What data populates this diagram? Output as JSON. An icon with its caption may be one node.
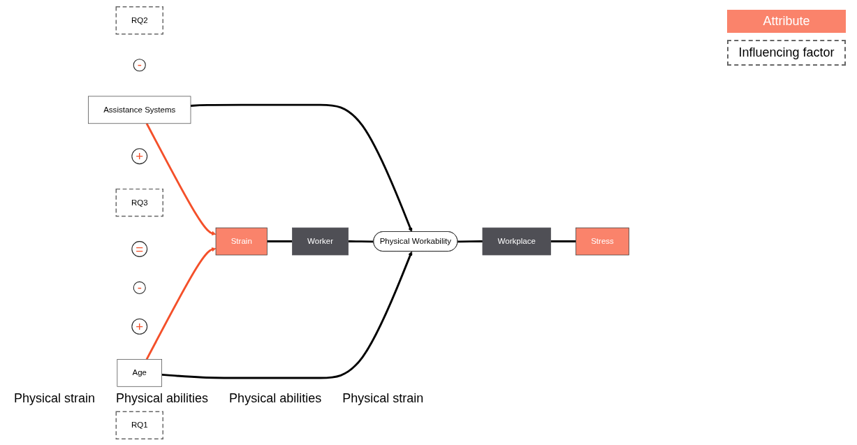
{
  "diagram": {
    "nodes": [
      {
        "text": [
          "RQ2"
        ]
      },
      {
        "text": [
          "-"
        ]
      },
      {
        "text": [
          "Assistance Systems"
        ]
      },
      {
        "text": [
          "+"
        ]
      },
      {
        "text": [
          "RQ3"
        ]
      },
      {
        "text": [
          "Strain"
        ]
      },
      {
        "text": [
          "Worker"
        ]
      },
      {
        "text": [
          "Physical Workability"
        ]
      },
      {
        "text": [
          "Workplace"
        ]
      },
      {
        "text": [
          "Stress"
        ]
      },
      {
        "text": [
          "="
        ]
      },
      {
        "text": [
          "-"
        ]
      },
      {
        "text": [
          "+"
        ]
      },
      {
        "text": [
          "Age"
        ]
      },
      {
        "text": [
          "RQ1"
        ]
      }
    ],
    "edges": [
      {
        "from": 2,
        "to": 5,
        "arrow": "to",
        "color": "#f4502a"
      },
      {
        "from": 2,
        "to": 7,
        "arrow": "to"
      },
      {
        "from": 5,
        "to": 6,
        "arrow": "none"
      },
      {
        "from": 6,
        "to": 7,
        "arrow": "none"
      },
      {
        "from": 7,
        "to": 8,
        "arrow": "none"
      },
      {
        "from": 8,
        "to": 9,
        "arrow": "none"
      },
      {
        "from": 13,
        "to": 7,
        "arrow": "to"
      },
      {
        "from": 13,
        "to": 5,
        "arrow": "to",
        "color": "#f4502a"
      }
    ],
    "labels": [
      "Physical strain",
      "Physical abilities",
      "Physical abilities",
      "Physical strain"
    ],
    "legend": [
      {
        "text": "Attribute",
        "color": "#fa836b"
      },
      {
        "text": "Influencing factor"
      }
    ]
  }
}
